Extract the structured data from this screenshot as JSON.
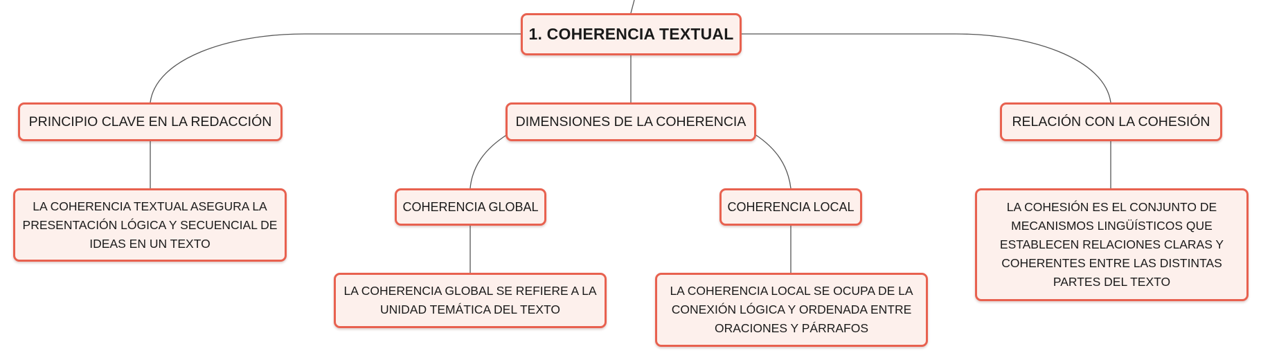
{
  "diagram": {
    "root": {
      "label": "1. COHERENCIA TEXTUAL"
    },
    "branches": [
      {
        "label": "PRINCIPIO CLAVE EN LA REDACCIÓN",
        "leaf": "LA COHERENCIA TEXTUAL ASEGURA LA PRESENTACIÓN LÓGICA Y SECUENCIAL DE IDEAS EN UN TEXTO"
      },
      {
        "label": "DIMENSIONES DE LA COHERENCIA",
        "children": [
          {
            "label": "COHERENCIA GLOBAL",
            "leaf": "LA COHERENCIA GLOBAL SE REFIERE A LA UNIDAD TEMÁTICA DEL TEXTO"
          },
          {
            "label": "COHERENCIA LOCAL",
            "leaf": "LA COHERENCIA LOCAL SE OCUPA DE LA CONEXIÓN LÓGICA Y ORDENADA ENTRE ORACIONES Y PÁRRAFOS"
          }
        ]
      },
      {
        "label": "RELACIÓN CON LA COHESIÓN",
        "leaf": "LA COHESIÓN ES EL CONJUNTO DE MECANISMOS LINGÜÍSTICOS QUE ESTABLECEN RELACIONES CLARAS Y COHERENTES ENTRE LAS DISTINTAS PARTES DEL TEXTO"
      }
    ]
  },
  "colors": {
    "node_border": "#e8614f",
    "node_fill": "#fdf0ec",
    "connector": "#555555"
  }
}
